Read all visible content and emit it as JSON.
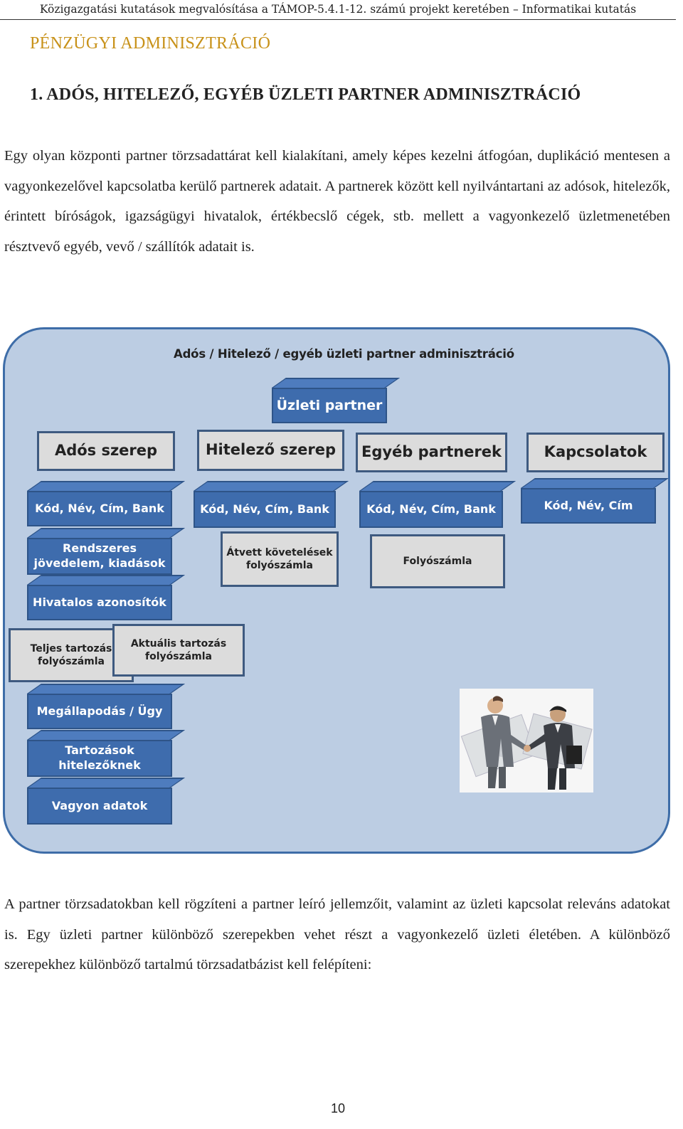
{
  "header": "Közigazgatási kutatások megvalósítása a TÁMOP-5.4.1-12. számú projekt keretében – Informatikai kutatás",
  "section_title": "PÉNZÜGYI ADMINISZTRÁCIÓ",
  "heading": "1.  ADÓS, HITELEZŐ, EGYÉB ÜZLETI PARTNER ADMINISZTRÁCIÓ",
  "paragraph1": "Egy olyan központi partner törzsadattárat kell kialakítani, amely képes kezelni átfogóan, duplikáció mentesen a vagyonkezelővel kapcsolatba kerülő partnerek adatait. A partnerek között kell nyilvántartani az adósok, hitelezők, érintett bíróságok, igazságügyi hivatalok, értékbecslő cégek, stb. mellett a vagyonkezelő üzletmenetében résztvevő egyéb, vevő / szállítók adatait is.",
  "diagram": {
    "title": "Adós / Hitelező / egyéb üzleti partner adminisztráció",
    "root": "Üzleti partner",
    "roles": [
      "Adós szerep",
      "Hitelező szerep",
      "Egyéb partnerek",
      "Kapcsolatok"
    ],
    "ados_items": [
      "Kód, Név, Cím, Bank",
      "Rendszeres jövedelem,  kiadások",
      "Hivatalos azonosítók",
      "Megállapodás / Ügy",
      "Tartozások hitelezőknek",
      "Vagyon adatok"
    ],
    "ados_accounts": [
      "Teljes tartozás folyószámla",
      "Aktuális tartozás folyószámla"
    ],
    "hitelezo_items": [
      "Kód, Név, Cím, Bank",
      "Átvett követelések folyószámla"
    ],
    "egyeb_items": [
      "Kód, Név, Cím, Bank",
      "Folyószámla"
    ],
    "kapcsolatok_items": [
      "Kód, Név, Cím"
    ]
  },
  "paragraph2": "A partner törzsadatokban kell rögzíteni a partner leíró jellemzőit, valamint az üzleti kapcsolat releváns adatokat is. Egy üzleti partner különböző szerepekben vehet részt a vagyonkezelő üzleti életében. A különböző szerepekhez különböző tartalmú törzsadatbázist kell felépíteni:",
  "page_number": "10"
}
